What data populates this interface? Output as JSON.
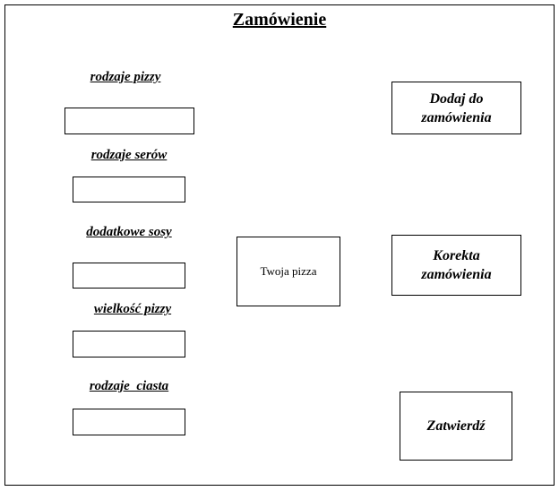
{
  "title": "Zamówienie",
  "fields": [
    {
      "label": "rodzaje pizzy",
      "value": ""
    },
    {
      "label": "rodzaje serów",
      "value": ""
    },
    {
      "label": "dodatkowe sosy",
      "value": ""
    },
    {
      "label": "wielkość pizzy",
      "value": ""
    },
    {
      "label": "rodzaje  ciasta",
      "value": ""
    }
  ],
  "preview": "Twoja pizza",
  "buttons": {
    "add": "Dodaj do zamówienia",
    "correct": "Korekta zamówienia",
    "confirm": "Zatwierdź"
  }
}
